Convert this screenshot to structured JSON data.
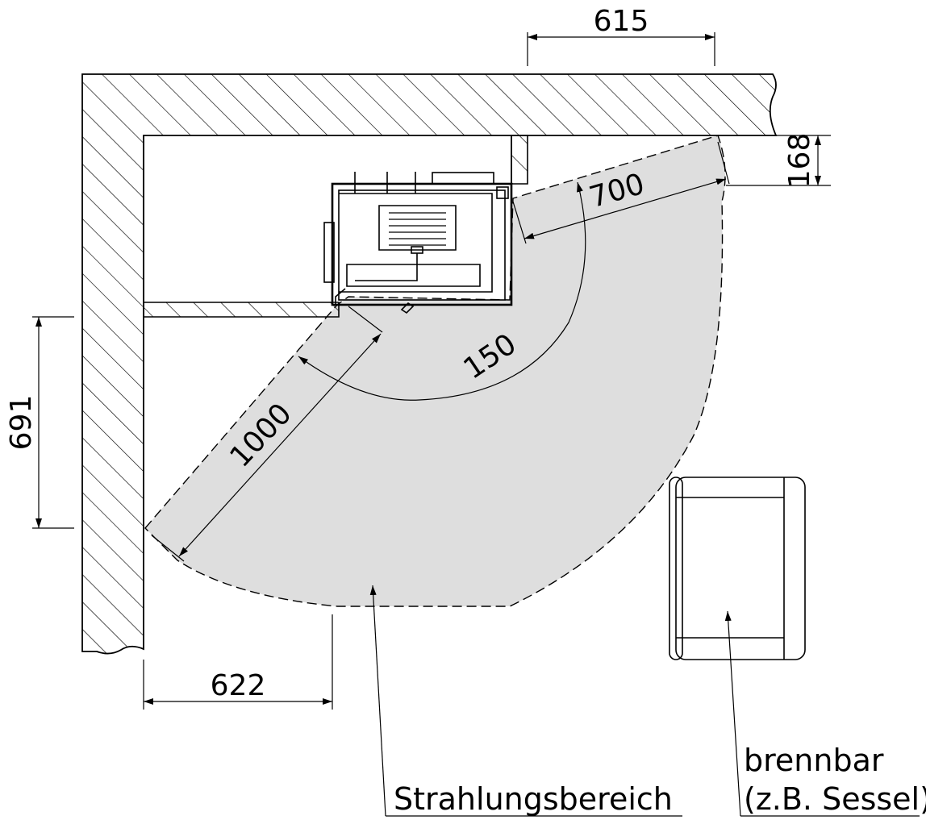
{
  "dimensions": {
    "top_width": "615",
    "wall_gap": "168",
    "side_distance": "700",
    "angle": "150",
    "front_distance": "1000",
    "left_depth": "691",
    "bottom_width": "622"
  },
  "labels": {
    "radiation_area": "Strahlungsbereich",
    "combustible_line1": "brennbar",
    "combustible_line2": "(z.B. Sessel)"
  },
  "colors": {
    "radiation_fill": "#dedede",
    "line": "#000000",
    "background": "#ffffff"
  }
}
